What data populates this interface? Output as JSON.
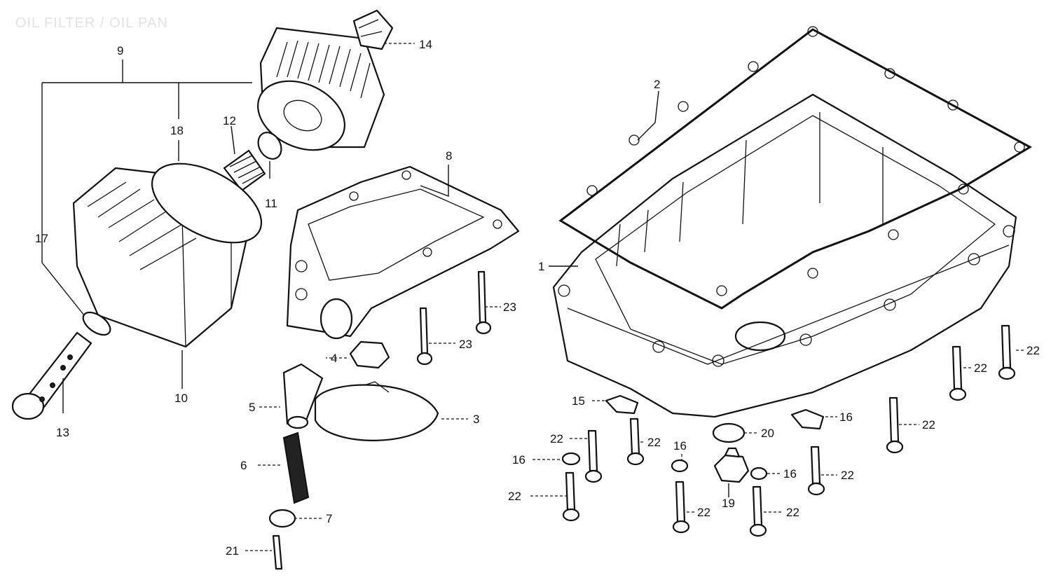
{
  "diagram": {
    "title": "OIL FILTER / OIL PAN",
    "callouts": [
      "1",
      "2",
      "3",
      "4",
      "5",
      "6",
      "7",
      "8",
      "9",
      "10",
      "11",
      "12",
      "13",
      "14",
      "15",
      "16",
      "17",
      "18",
      "19",
      "20",
      "21",
      "22",
      "23"
    ]
  }
}
